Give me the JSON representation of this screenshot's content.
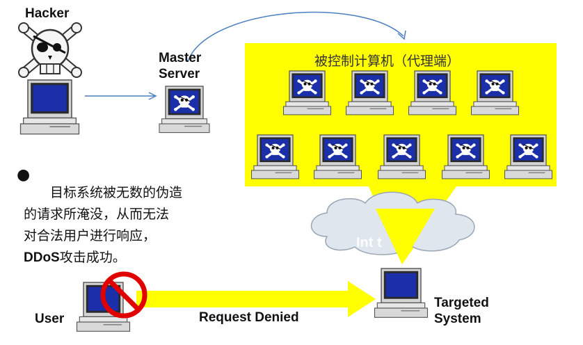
{
  "labels": {
    "hacker": "Hacker",
    "master_line1": "Master",
    "master_line2": "Server",
    "botnet_title": "被控制计算机（代理端）",
    "user": "User",
    "request_denied": "Request Denied",
    "targeted_line1": "Targeted",
    "targeted_line2": "System",
    "internet": "Int        t"
  },
  "description": {
    "line1": "目标系统被无数的伪造",
    "line2": "的请求所淹没，从而无法",
    "line3": "对合法用户进行响应，",
    "line4_bold": "DDoS",
    "line4_rest": "攻击成功。"
  },
  "colors": {
    "yellow": "#ffff00",
    "screen_blue": "#1a2fa8",
    "monitor_gray": "#cfcfcf",
    "arrow_blue": "#4a7fc0",
    "deny_red": "#e00000"
  },
  "icons": {
    "hacker": "skull-crossbones-icon",
    "monitor": "computer-monitor-icon",
    "deny": "no-entry-sign-icon",
    "cloud": "cloud-icon"
  }
}
